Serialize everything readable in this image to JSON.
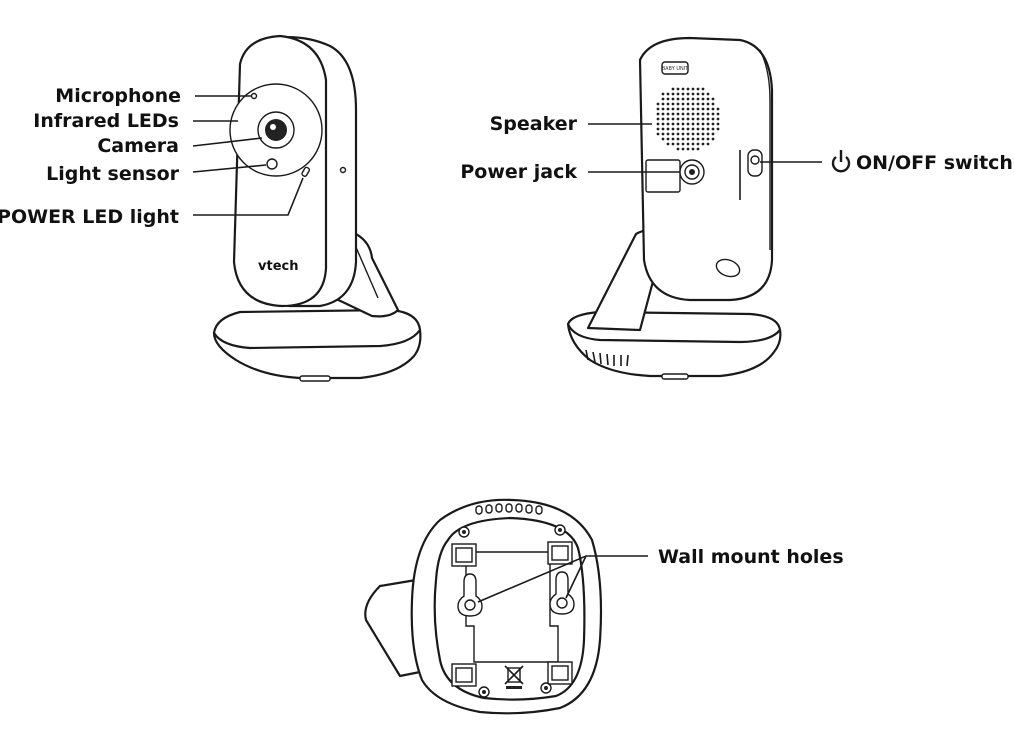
{
  "front_view": {
    "labels": {
      "microphone": "Microphone",
      "infrared_leds": "Infrared LEDs",
      "camera": "Camera",
      "light_sensor": "Light sensor",
      "power_led": "POWER LED light"
    },
    "brand": "vtech"
  },
  "back_view": {
    "labels": {
      "speaker": "Speaker",
      "power_jack": "Power jack",
      "on_off_switch": "ON/OFF switch"
    },
    "unit_tag": "BABY UNIT"
  },
  "bottom_view": {
    "labels": {
      "wall_mount_holes": "Wall mount holes"
    }
  },
  "icons": {
    "power_symbol": "power-icon",
    "recycle_bin_symbol": "crossed-bin-icon"
  },
  "colors": {
    "line": "#1a1a1a",
    "background": "#ffffff"
  }
}
